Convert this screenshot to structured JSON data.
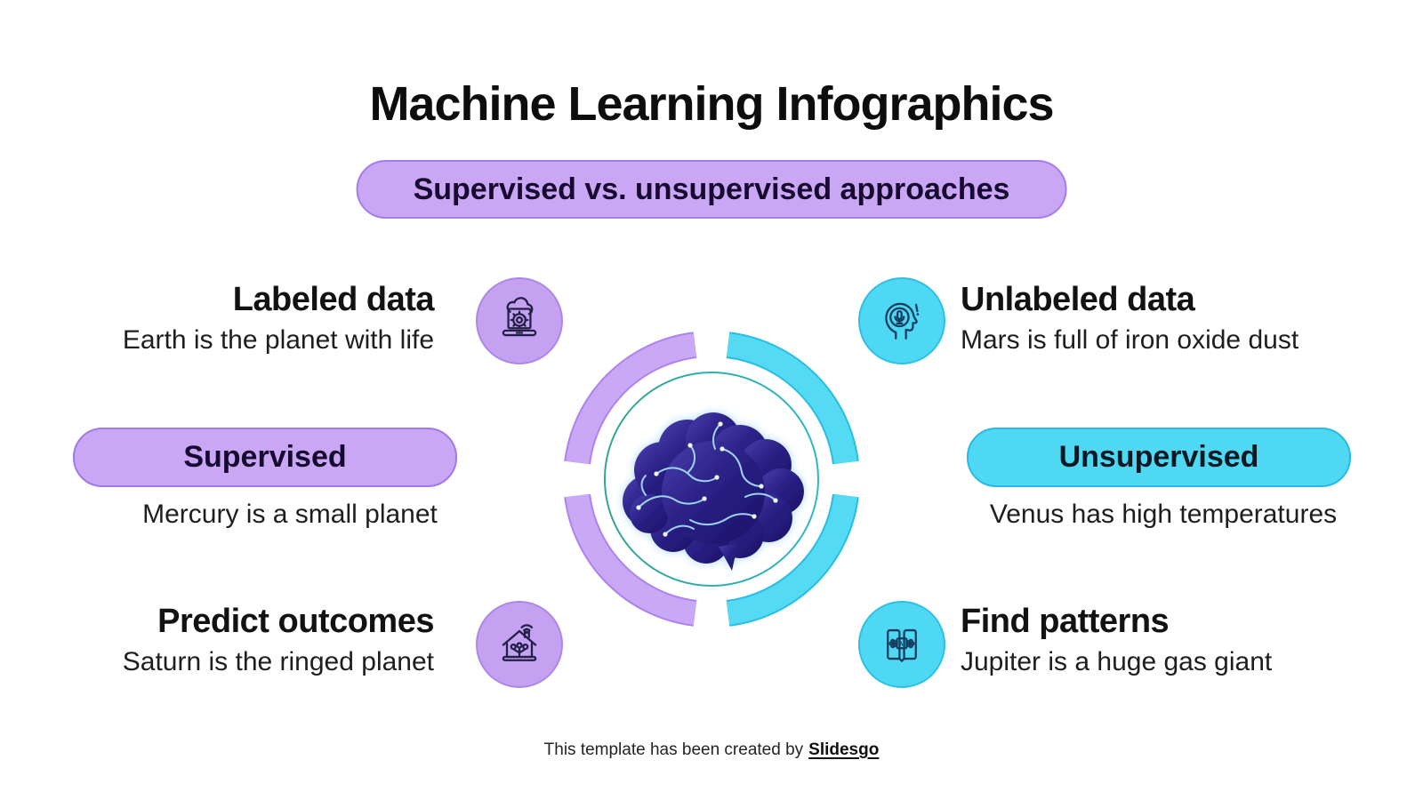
{
  "title": "Machine Learning Infographics",
  "subtitle": "Supervised vs. unsupervised approaches",
  "supervised": {
    "label": "Supervised",
    "description": "Mercury is a small planet",
    "items": [
      {
        "heading": "Labeled data",
        "description": "Earth is the planet with life"
      },
      {
        "heading": "Predict outcomes",
        "description": "Saturn is the ringed planet"
      }
    ]
  },
  "unsupervised": {
    "label": "Unsupervised",
    "description": "Venus has high temperatures",
    "items": [
      {
        "heading": "Unlabeled data",
        "description": "Mars is full of iron oxide dust"
      },
      {
        "heading": "Find patterns",
        "description": "Jupiter is a huge gas giant"
      }
    ]
  },
  "icons": {
    "labeled_data": "laptop-cloud-gear-icon",
    "unlabeled_data": "head-microphone-icon",
    "predict_outcomes": "smart-home-network-icon",
    "find_patterns": "book-ai-chip-icon",
    "book_ai_label": "AI"
  },
  "colors": {
    "purple_fill": "#C9A7F5",
    "purple_border": "#A67DED",
    "cyan_fill": "#4ED8F3",
    "cyan_border": "#29B9E2",
    "inner_ring_teal": "#2FADA6",
    "brain_indigo": "#251C78",
    "circuit_blue": "#9ED3F6",
    "text_dark": "#111111",
    "background": "#FFFFFF"
  },
  "footer": {
    "prefix": "This template has been created by",
    "brand": "Slidesgo"
  }
}
